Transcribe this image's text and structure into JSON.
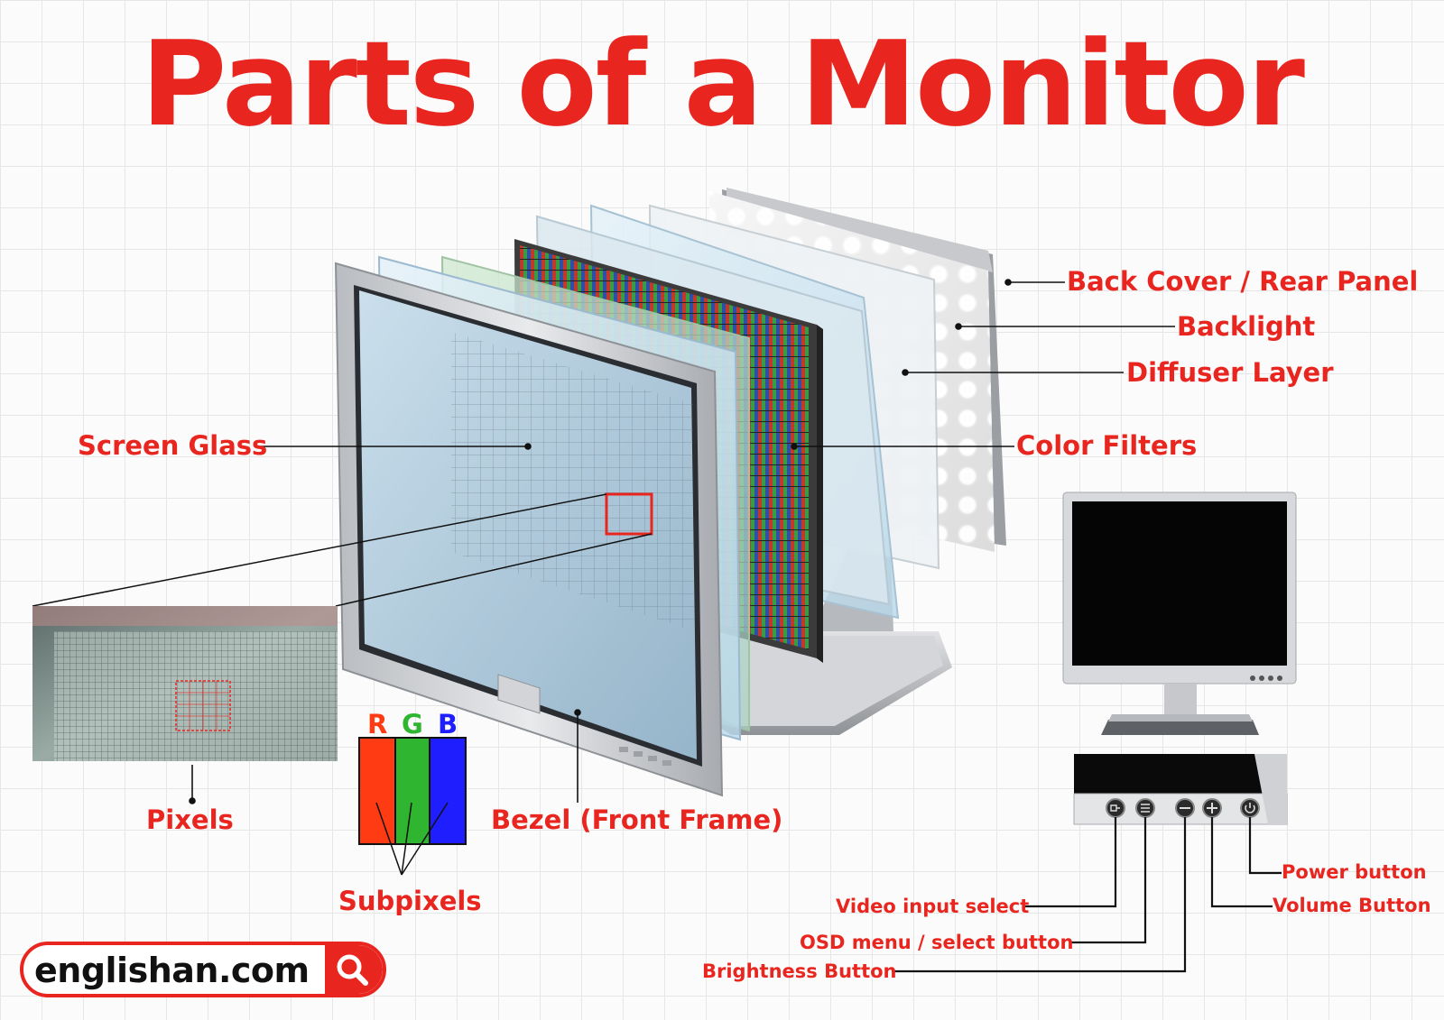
{
  "title": "Parts of a Monitor",
  "colors": {
    "accent": "#e8261f",
    "red": "#ff3b14",
    "green": "#2fb52f",
    "blue": "#1e1eff",
    "line": "#111111"
  },
  "labels": {
    "back_cover": "Back Cover / Rear Panel",
    "backlight": "Backlight",
    "diffuser": "Diffuser Layer",
    "color_filters": "Color Filters",
    "screen_glass": "Screen Glass",
    "pixels": "Pixels",
    "subpixels": "Subpixels",
    "bezel": "Bezel (Front Frame)"
  },
  "rgb": {
    "r": "R",
    "g": "G",
    "b": "B"
  },
  "buttons": {
    "power": "Power button",
    "volume": "Volume Button",
    "video_input": "Video input select",
    "osd_menu": "OSD menu / select button",
    "brightness": "Brightness Button"
  },
  "brand": {
    "site": "englishan.com",
    "icon": "search-icon"
  }
}
